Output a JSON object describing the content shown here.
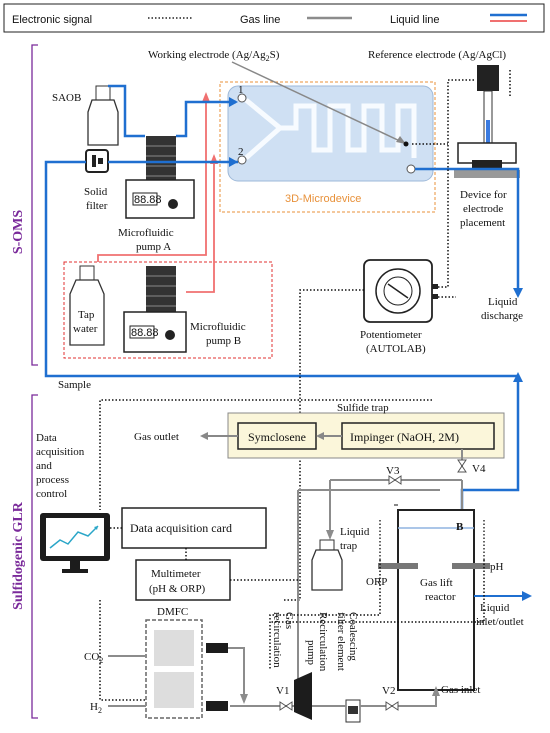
{
  "legend": {
    "electronic": "Electronic signal",
    "gas": "Gas line",
    "liquid": "Liquid line"
  },
  "sections": {
    "soms": "S-OMS",
    "glr": "Sulfidogenic GLR"
  },
  "labels": {
    "working_electrode": "Working electrode (Ag/Ag",
    "working_electrode_sub": "2",
    "working_electrode_end": "S)",
    "reference_electrode": "Reference electrode (Ag/AgCl)",
    "saob": "SAOB",
    "port1": "1",
    "port2": "2",
    "microdevice": "3D-Microdevice",
    "solid_filter_1": "Solid",
    "solid_filter_2": "filter",
    "pump_a_1": "Microfluidic",
    "pump_a_2": "pump A",
    "pump_b_1": "Microfluidic",
    "pump_b_2": "pump B",
    "pump_display": "88.88",
    "tap_1": "Tap",
    "tap_2": "water",
    "device_1": "Device for",
    "device_2": "electrode",
    "device_3": "placement",
    "liquid_discharge_1": "Liquid",
    "liquid_discharge_2": "discharge",
    "potentiometer_1": "Potentiometer",
    "potentiometer_2": "(AUTOLAB)",
    "sample": "Sample",
    "data_acq_1": "Data",
    "data_acq_2": "acquisition",
    "data_acq_3": "and",
    "data_acq_4": "process",
    "data_acq_5": "control",
    "sulfide_trap": "Sulfide trap",
    "gas_outlet": "Gas outlet",
    "symclosene": "Symclosene",
    "impinger": "Impinger (NaOH, 2M)",
    "v3": "V3",
    "v4": "V4",
    "v1": "V1",
    "v2": "V2",
    "daq_card": "Data acquisition card",
    "multimeter_1": "Multimeter",
    "multimeter_2": "(pH & ORP)",
    "liquid_trap_1": "Liquid",
    "liquid_trap_2": "trap",
    "gas_recirc_1": "Gas",
    "gas_recirc_2": "recirculation",
    "recirc_pump_1": "Recirculation",
    "recirc_pump_2": "pump",
    "coalescing_1": "Coalescing",
    "coalescing_2": "filter element",
    "b": "B",
    "orp": "ORP",
    "ph": "pH",
    "glr_1": "Gas lift",
    "glr_2": "reactor",
    "liquid_io_1": "Liquid",
    "liquid_io_2": "inlet/outlet",
    "gas_inlet": "Gas inlet",
    "dmfc": "DMFC",
    "co2": "CO",
    "co2_sub": "2",
    "h2": "H",
    "h2_sub": "2"
  },
  "colors": {
    "liquid": "#1f6fd0",
    "gas": "#8c8c8c",
    "tap": "#f07070",
    "section": "#7a2a9a",
    "microdevice_border": "#e8913a",
    "trap_fill": "#fbf6da"
  }
}
